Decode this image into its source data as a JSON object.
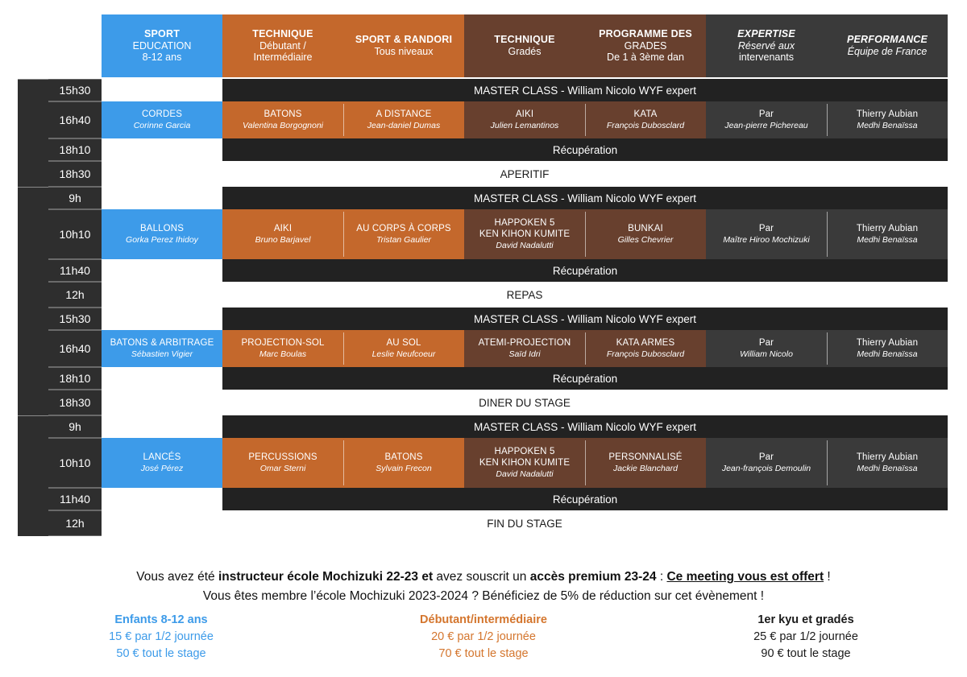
{
  "columns": [
    {
      "id": "sport-education",
      "l1": "SPORT",
      "l2": "EDUCATION",
      "l3": "8-12 ans",
      "color": "#3D9BE9",
      "style": "normal"
    },
    {
      "id": "technique-debutant",
      "l1": "TECHNIQUE",
      "l2": "Débutant /",
      "l3": "Intermédiaire",
      "color": "#C4682C",
      "style": "normal"
    },
    {
      "id": "sport-randori",
      "l1": "SPORT & RANDORI",
      "l2": "Tous niveaux",
      "l3": "",
      "color": "#C4682C",
      "style": "normal"
    },
    {
      "id": "technique-grades",
      "l1": "TECHNIQUE",
      "l2": "Gradés",
      "l3": "",
      "color": "#68402E",
      "style": "normal"
    },
    {
      "id": "programme-des-grades",
      "l1": "PROGRAMME DES",
      "l2": "GRADES",
      "l3": "De 1 à 3ème dan",
      "color": "#68402E",
      "style": "normal"
    },
    {
      "id": "expertise",
      "l1": "EXPERTISE",
      "l2": "Réservé aux",
      "l3": "intervenants",
      "color": "#3A3A3A",
      "style": "italic"
    },
    {
      "id": "performance",
      "l1": "PERFORMANCE",
      "l2": "Équipe de France",
      "l3": "",
      "color": "#3A3A3A",
      "style": "italic"
    }
  ],
  "times": [
    "15h30",
    "16h40",
    "18h10",
    "18h30",
    "9h",
    "10h10",
    "11h40",
    "12h",
    "15h30",
    "16h40",
    "18h10",
    "18h30",
    "9h",
    "10h10",
    "11h40",
    "12h"
  ],
  "masterclass_label": "MASTER CLASS - William Nicolo WYF expert",
  "recuperation_label": "Récupération",
  "breaks": {
    "aperitif": "APERITIF",
    "repas": "REPAS",
    "diner": "DINER DU STAGE",
    "fin": "FIN DU STAGE"
  },
  "sessions": [
    {
      "time": "16h40",
      "cells": [
        {
          "title": "CORDES",
          "sub": "Corinne Garcia",
          "color": "blue"
        },
        {
          "title": "BATONS",
          "sub": "Valentina Borgognoni",
          "color": "orange"
        },
        {
          "title": "A DISTANCE",
          "sub": "Jean-daniel Dumas",
          "color": "orange"
        },
        {
          "title": "AIKI",
          "sub": "Julien Lemantinos",
          "color": "brown"
        },
        {
          "title": "KATA",
          "sub": "François Dubosclard",
          "color": "brown"
        },
        {
          "title": "Par",
          "sub": "Jean-pierre Pichereau",
          "color": "gray"
        },
        {
          "title": "Thierry Aubian",
          "sub": "Medhi Benaïssa",
          "color": "gray"
        }
      ]
    },
    {
      "time": "10h10",
      "cells": [
        {
          "title": "BALLONS",
          "sub": "Gorka Perez Ihidoy",
          "color": "blue"
        },
        {
          "title": "AIKI",
          "sub": "Bruno Barjavel",
          "color": "orange"
        },
        {
          "title": "AU CORPS À CORPS",
          "sub": "Tristan Gaulier",
          "color": "orange"
        },
        {
          "title": "HAPPOKEN 5\nKEN KIHON KUMITE",
          "sub": "David Nadalutti",
          "color": "brown"
        },
        {
          "title": "BUNKAI",
          "sub": "Gilles Chevrier",
          "color": "brown"
        },
        {
          "title": "Par",
          "sub": "Maître Hiroo Mochizuki",
          "color": "gray"
        },
        {
          "title": "Thierry Aubian",
          "sub": "Medhi Benaïssa",
          "color": "gray"
        }
      ]
    },
    {
      "time": "16h40",
      "cells": [
        {
          "title": "BATONS & ARBITRAGE",
          "sub": "Sébastien Vigier",
          "color": "blue"
        },
        {
          "title": "PROJECTION-SOL",
          "sub": "Marc Boulas",
          "color": "orange"
        },
        {
          "title": "AU SOL",
          "sub": "Leslie Neufcoeur",
          "color": "orange"
        },
        {
          "title": "ATEMI-PROJECTION",
          "sub": "Saïd Idri",
          "color": "brown"
        },
        {
          "title": "KATA ARMES",
          "sub": "François Dubosclard",
          "color": "brown"
        },
        {
          "title": "Par",
          "sub": "William Nicolo",
          "color": "gray"
        },
        {
          "title": "Thierry Aubian",
          "sub": "Medhi Benaïssa",
          "color": "gray"
        }
      ]
    },
    {
      "time": "10h10",
      "cells": [
        {
          "title": "LANCÉS",
          "sub": "José Pérez",
          "color": "blue"
        },
        {
          "title": "PERCUSSIONS",
          "sub": "Omar Sterni",
          "color": "orange"
        },
        {
          "title": "BATONS",
          "sub": "Sylvain Frecon",
          "color": "orange"
        },
        {
          "title": "HAPPOKEN 5\nKEN KIHON KUMITE",
          "sub": "David Nadalutti",
          "color": "brown"
        },
        {
          "title": "PERSONNALISÉ",
          "sub": "Jackie Blanchard",
          "color": "brown"
        },
        {
          "title": "Par",
          "sub": "Jean-françois Demoulin",
          "color": "gray"
        },
        {
          "title": "Thierry Aubian",
          "sub": "Medhi Benaïssa",
          "color": "gray"
        }
      ]
    }
  ],
  "footer": {
    "line1_a": "Vous avez été ",
    "line1_b": "instructeur école Mochizuki 22-23 et",
    "line1_c": " avez souscrit un ",
    "line1_d": "accès premium 23-24",
    "line1_e": " : ",
    "line1_f": "Ce meeting vous est offert",
    "line1_g": " !",
    "line2": "Vous êtes membre l’école Mochizuki 2023-2024 ? Bénéficiez de 5% de réduction sur cet évènement !"
  },
  "prices": [
    {
      "id": "enfants",
      "title": "Enfants 8-12 ans",
      "half": "15 € par 1/2 journée",
      "full": "50 € tout le stage",
      "color": "#3D9BE9"
    },
    {
      "id": "debutant",
      "title": "Débutant/intermédiaire",
      "half": "20 € par 1/2 journée",
      "full": "70 € tout le stage",
      "color": "#D4762E"
    },
    {
      "id": "grades",
      "title": "1er kyu et gradés",
      "half": "25 € par 1/2 journée",
      "full": "90 € tout le stage",
      "color": "#1a1a1a"
    }
  ]
}
